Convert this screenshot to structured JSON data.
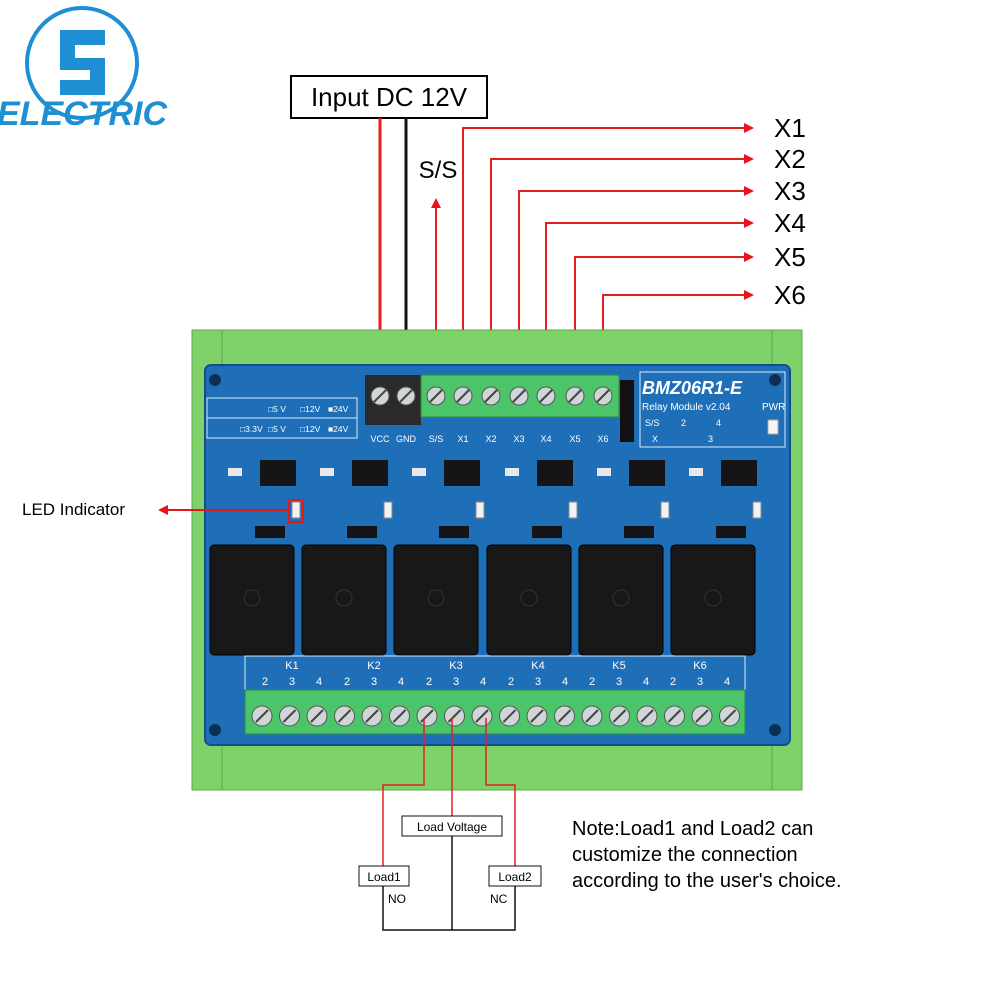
{
  "brand": {
    "name": "ELECTRIC",
    "logo_icon": "brand-logo-icon"
  },
  "power": {
    "title": "Input DC 12V"
  },
  "signal": {
    "ss_label": "S/S",
    "outputs": [
      "X1",
      "X2",
      "X3",
      "X4",
      "X5",
      "X6"
    ]
  },
  "led": {
    "label": "LED Indicator"
  },
  "board": {
    "model": "BMZ06R1-E",
    "subtitle": "Relay Module  v2.04",
    "pwr": "PWR",
    "terminals": [
      "VCC",
      "GND",
      "S/S",
      "X1",
      "X2",
      "X3",
      "X4",
      "X5",
      "X6"
    ],
    "relay_labels": [
      "K1",
      "K2",
      "K3",
      "K4",
      "K5",
      "K6"
    ],
    "relay_pins": [
      "2",
      "3",
      "4"
    ],
    "voltage_row1": [
      "□5 V",
      "□12V",
      "■24V"
    ],
    "voltage_row2": [
      "□3.3V",
      "□5 V",
      "□12V",
      "■24V"
    ],
    "legend_ss": "S/S",
    "legend_x": "X",
    "legend_pins": [
      "2",
      "3",
      "4"
    ],
    "colors": {
      "pcb": "#1f6fb8",
      "rail": "#7fd16a",
      "terminal_green": "#4cc46a",
      "wire_red": "#e02020",
      "arrow_red": "#e8141b"
    }
  },
  "load": {
    "voltage": "Load Voltage",
    "load1": "Load1",
    "load2": "Load2",
    "no": "NO",
    "nc": "NC"
  },
  "note": {
    "line1": "Note:Load1 and Load2 can",
    "line2": "customize the connection",
    "line3": "according to the user's choice."
  }
}
